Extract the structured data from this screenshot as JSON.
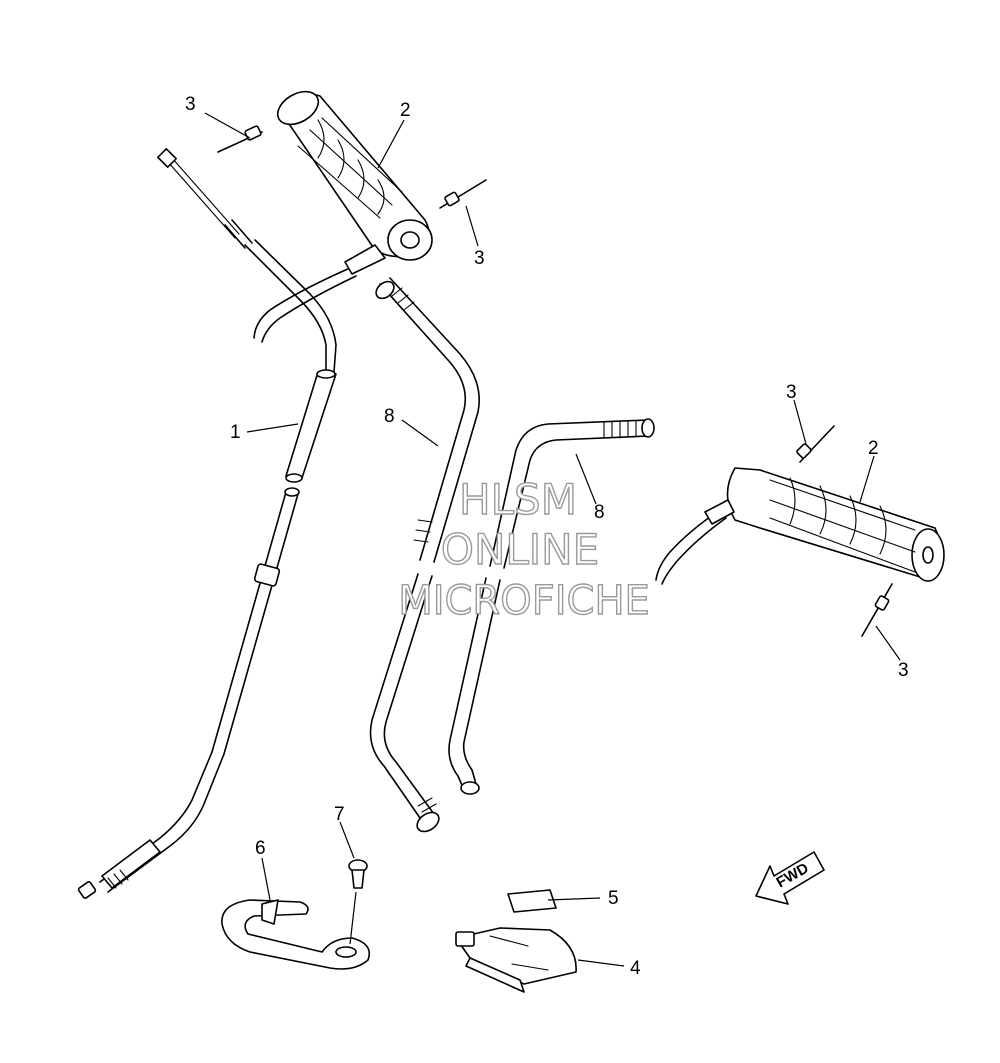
{
  "callouts": {
    "c1": "1",
    "c2a": "2",
    "c2b": "2",
    "c3a": "3",
    "c3b": "3",
    "c3c": "3",
    "c3d": "3",
    "c4": "4",
    "c5": "5",
    "c6": "6",
    "c7": "7",
    "c8a": "8",
    "c8b": "8"
  },
  "watermark": {
    "line1": "HLSM",
    "line2": "ONLINE",
    "line3": "MICROFICHE"
  },
  "direction_marker": "FWD"
}
